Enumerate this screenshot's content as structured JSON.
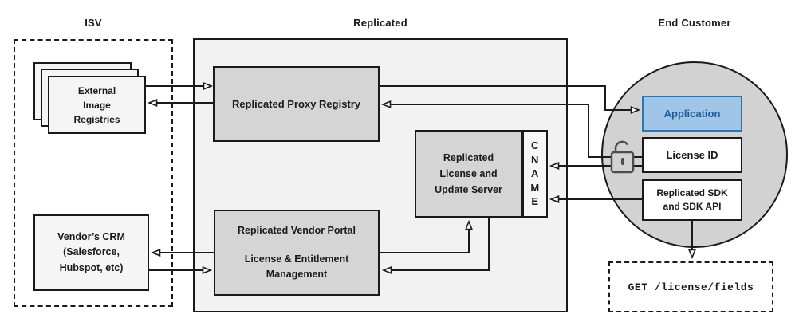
{
  "headers": {
    "isv": "ISV",
    "replicated": "Replicated",
    "end_customer": "End Customer"
  },
  "nodes": {
    "external_registries": "External\nImage\nRegistries",
    "vendor_crm": "Vendor’s CRM\n(Salesforce,\nHubspot, etc)",
    "proxy_registry": "Replicated Proxy Registry",
    "license_update_server": "Replicated\nLicense and\nUpdate Server",
    "cname": "C\nN\nA\nM\nE",
    "vendor_portal_title": "Replicated Vendor Portal",
    "vendor_portal_subtitle": "License & Entitlement\nManagement",
    "application": "Application",
    "license_id": "License ID",
    "sdk": "Replicated SDK\nand SDK API",
    "get_request": "GET /license/fields"
  },
  "icons": {
    "license_lock": "unlock-icon"
  },
  "colors": {
    "canvas_bg": "#ffffff",
    "container_fill": "#f2f2f2",
    "node_fill": "#d5d5d5",
    "light_node_fill": "#f5f5f5",
    "cname_fill": "#f7f7f7",
    "circle_fill": "#d2d2d2",
    "line": "#1a1a1a",
    "application_fill": "#9fc5e8",
    "application_border": "#2e75b5",
    "application_text": "#1f5c99",
    "lock_icon": "#4d4d4d"
  }
}
